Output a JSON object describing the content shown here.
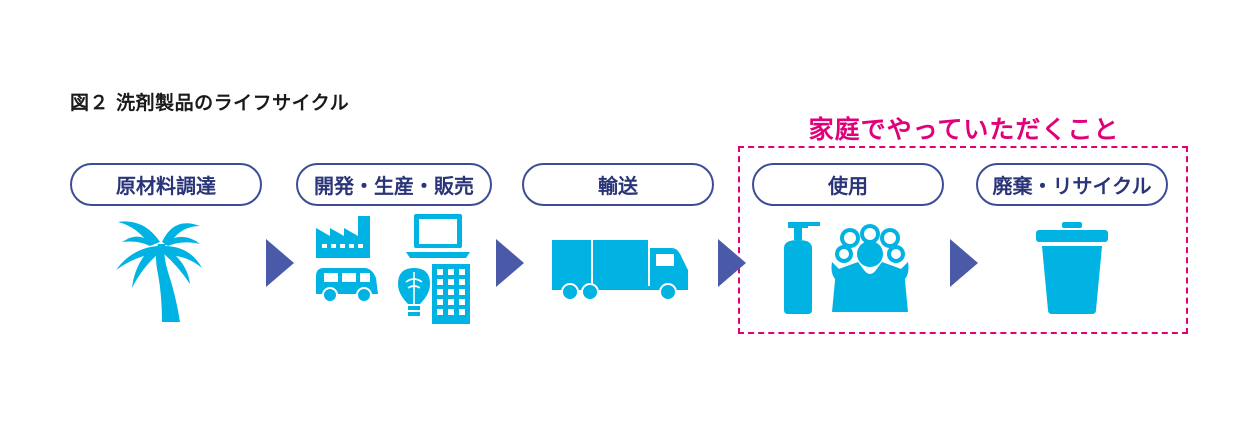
{
  "figure_title": "図２ 洗剤製品のライフサイクル",
  "home_section": {
    "title": "家庭でやっていただくこと",
    "color": "#e2007a"
  },
  "stages": [
    {
      "label": "原材料調達",
      "icon": "palm-tree-icon"
    },
    {
      "label": "開発・生産・販売",
      "icon": "factory-laptop-car-bulb-building-icons"
    },
    {
      "label": "輸送",
      "icon": "truck-icon"
    },
    {
      "label": "使用",
      "icon": "pump-bottle-and-hair-washing-icons"
    },
    {
      "label": "廃棄・リサイクル",
      "icon": "trash-can-icon"
    }
  ],
  "colors": {
    "icon": "#00b3e3",
    "arrow": "#4a5aa8",
    "pill_border": "#3c4d96",
    "pill_text": "#2a3478"
  }
}
